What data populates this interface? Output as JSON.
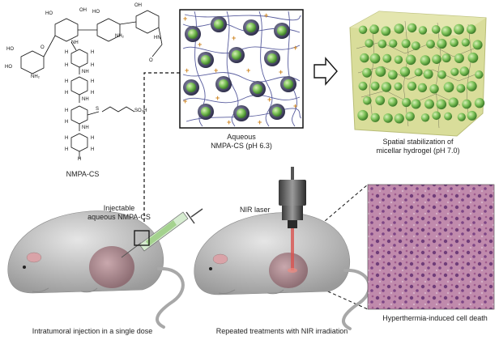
{
  "structure": {
    "name": "NMPA-CS",
    "atoms": {
      "ho": "HO",
      "oh": "OH",
      "o": "O",
      "nh2": "NH₂",
      "nh": "NH",
      "hn": "HN",
      "h": "H",
      "s": "S",
      "so3h": "SO₃H"
    }
  },
  "labels": {
    "aqueous": [
      "Aqueous",
      "NMPA-CS (pH 6.3)"
    ],
    "spatial": [
      "Spatial stabilization of",
      "micellar hydrogel (pH 7.0)"
    ],
    "injectable": [
      "Injectable",
      "aqueous NMPA-CS"
    ],
    "nir_laser": "NIR laser",
    "injection_caption": "Intratumoral injection in a single dose",
    "treatment_caption": "Repeated treatments with NIR irradiation",
    "cell_death": "Hyperthermia-induced cell death"
  },
  "colors": {
    "micelle_core": "#7cc158",
    "micelle_shell": "#3a3a5c",
    "polymer_chain": "#3a3f8c",
    "charge": "#d08a2a",
    "gel_block": "#d9dd9a",
    "mouse": "#c7c7c7",
    "laser_beam": "#d9534f",
    "histology": "#b06a8e"
  }
}
